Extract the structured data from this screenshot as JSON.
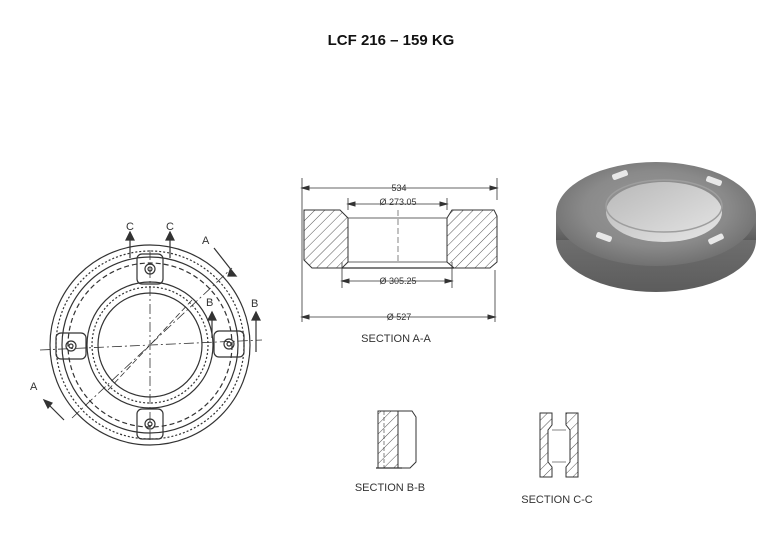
{
  "title": "LCF 216 – 159 KG",
  "plan_view": {
    "labels": {
      "c_left": "C",
      "c_right": "C",
      "a_top": "A",
      "a_bottom": "A",
      "b_inner": "B",
      "b_outer": "B"
    }
  },
  "section_aa": {
    "dim_top": "534",
    "dim_bore_top": "Ø 273.05",
    "dim_bore_bottom": "Ø 305.25",
    "dim_outer": "Ø 527",
    "caption": "SECTION A-A"
  },
  "section_bb": {
    "caption": "SECTION B-B"
  },
  "section_cc": {
    "caption": "SECTION C-C"
  },
  "colors": {
    "line": "#333333",
    "hatch": "#555555",
    "photo_dark": "#6e6e6e",
    "photo_light": "#d8d8d8"
  }
}
